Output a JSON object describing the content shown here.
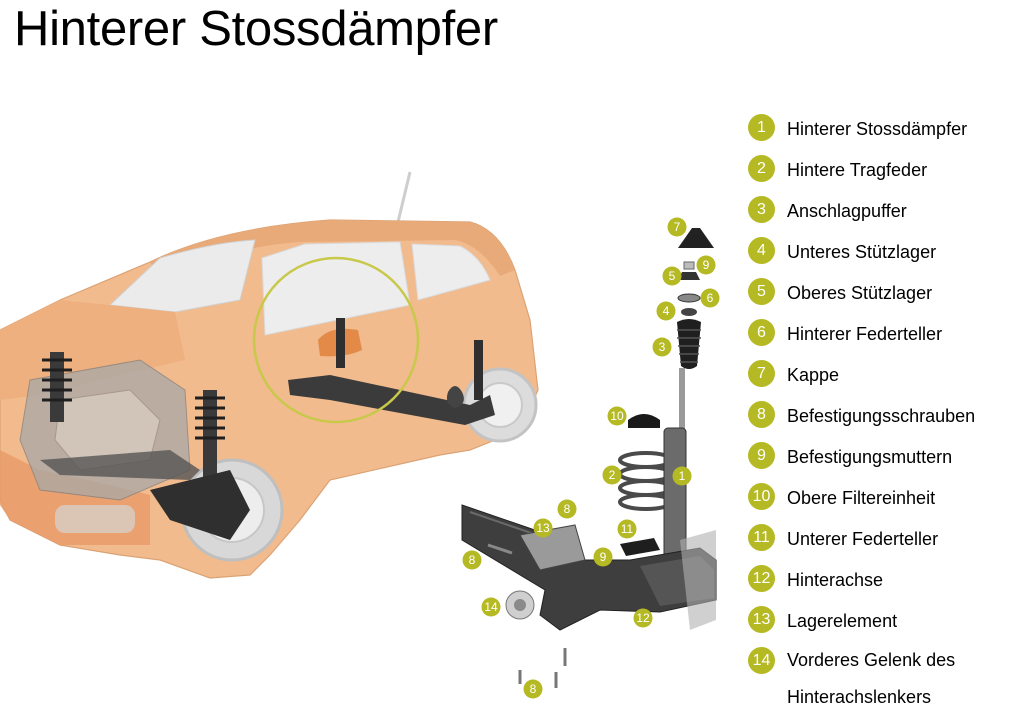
{
  "title": "Hinterer Stossdämpfer",
  "colors": {
    "badge": "#b5b923",
    "car_body": "#dd8a42",
    "part_dark": "#2b2b2b",
    "highlight_ring": "#c8c84a"
  },
  "legend": [
    {
      "num": "1",
      "label": "Hinterer Stossdämpfer"
    },
    {
      "num": "2",
      "label": "Hintere Tragfeder"
    },
    {
      "num": "3",
      "label": "Anschlagpuffer"
    },
    {
      "num": "4",
      "label": "Unteres Stützlager"
    },
    {
      "num": "5",
      "label": "Oberes Stützlager"
    },
    {
      "num": "6",
      "label": "Hinterer Federteller"
    },
    {
      "num": "7",
      "label": "Kappe"
    },
    {
      "num": "8",
      "label": "Befestigungsschrauben"
    },
    {
      "num": "9",
      "label": "Befestigungsmuttern"
    },
    {
      "num": "10",
      "label": "Obere Filtereinheit"
    },
    {
      "num": "11",
      "label": "Unterer Federteller"
    },
    {
      "num": "12",
      "label": "Hinterachse"
    },
    {
      "num": "13",
      "label": "Lagerelement"
    },
    {
      "num": "14",
      "label": "Vorderes Gelenk des Hinterachslenkers"
    }
  ],
  "callouts": [
    "7",
    "9",
    "5",
    "6",
    "4",
    "3",
    "10",
    "2",
    "1",
    "8",
    "13",
    "11",
    "8",
    "9",
    "14",
    "12",
    "8"
  ]
}
